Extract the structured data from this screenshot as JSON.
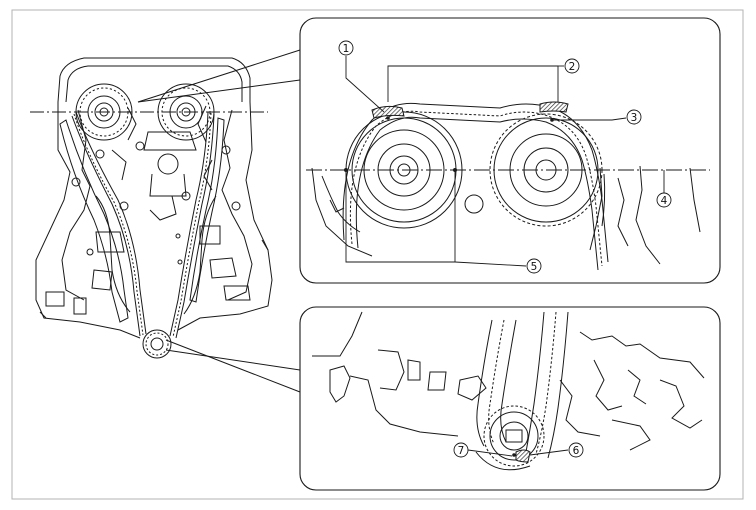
{
  "callouts": [
    {
      "id": "c1",
      "label": "1"
    },
    {
      "id": "c2",
      "label": "2"
    },
    {
      "id": "c3",
      "label": "3"
    },
    {
      "id": "c4",
      "label": "4"
    },
    {
      "id": "c5",
      "label": "5"
    },
    {
      "id": "c6",
      "label": "6"
    },
    {
      "id": "c7",
      "label": "7"
    }
  ],
  "colors": {
    "line": "#1a1a1a",
    "frame": "#b3b3b3",
    "chain_mark": "#555555"
  }
}
